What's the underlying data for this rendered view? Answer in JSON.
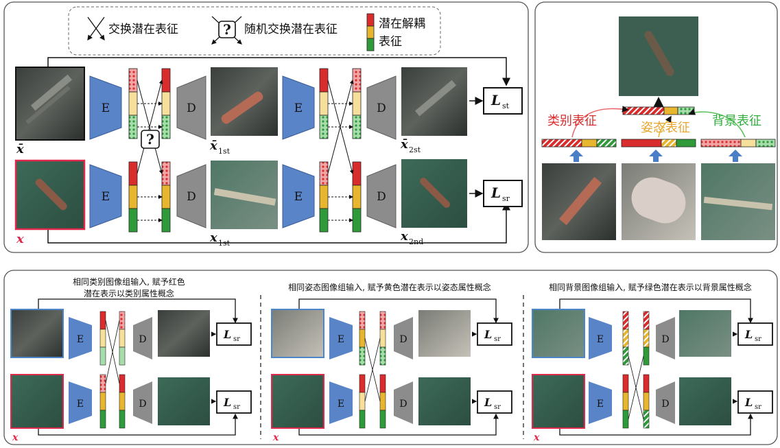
{
  "legend": {
    "swap": "交换潜在表征",
    "random_swap": "随机交换潜在表征",
    "question_mark": "?",
    "decoupled_line1": "潜在解耦",
    "decoupled_line2": "表征"
  },
  "modules": {
    "encoder": "E",
    "decoder": "D"
  },
  "losses": {
    "st": {
      "main": "L",
      "sub": "st"
    },
    "sr": {
      "main": "L",
      "sub": "sr"
    }
  },
  "images": {
    "x_bar": "x̄",
    "x": "x",
    "x_bar_1st": {
      "main": "x̄",
      "sub": "1st"
    },
    "x_bar_2st": {
      "main": "x̄",
      "sub": "2st"
    },
    "x_1st": {
      "main": "x",
      "sub": "1st"
    },
    "x_2nd": {
      "main": "x",
      "sub": "2nd"
    }
  },
  "right_panel": {
    "category": "类别表征",
    "pose": "姿态表征",
    "background": "背景表征"
  },
  "bottom_panels": [
    {
      "caption_line1": "相同类别图像组输入, 赋予红色",
      "caption_line2": "潜在表示以类别属性概念"
    },
    {
      "caption_line1": "相同姿态图像组输入, 赋予黄色潜在表示以姿态属性概念",
      "caption_line2": ""
    },
    {
      "caption_line1": "相同背景图像组输入, 赋予绿色潜在表示以背景属性概念",
      "caption_line2": ""
    }
  ],
  "colors": {
    "category": "#d92c2c",
    "pose": "#e8b62e",
    "background": "#2f9a3a",
    "bar_blue": "#7b9fc7",
    "encoder": "#5a84c8",
    "decoder": "#8c8c8c",
    "x_highlight": "#e0284a"
  }
}
